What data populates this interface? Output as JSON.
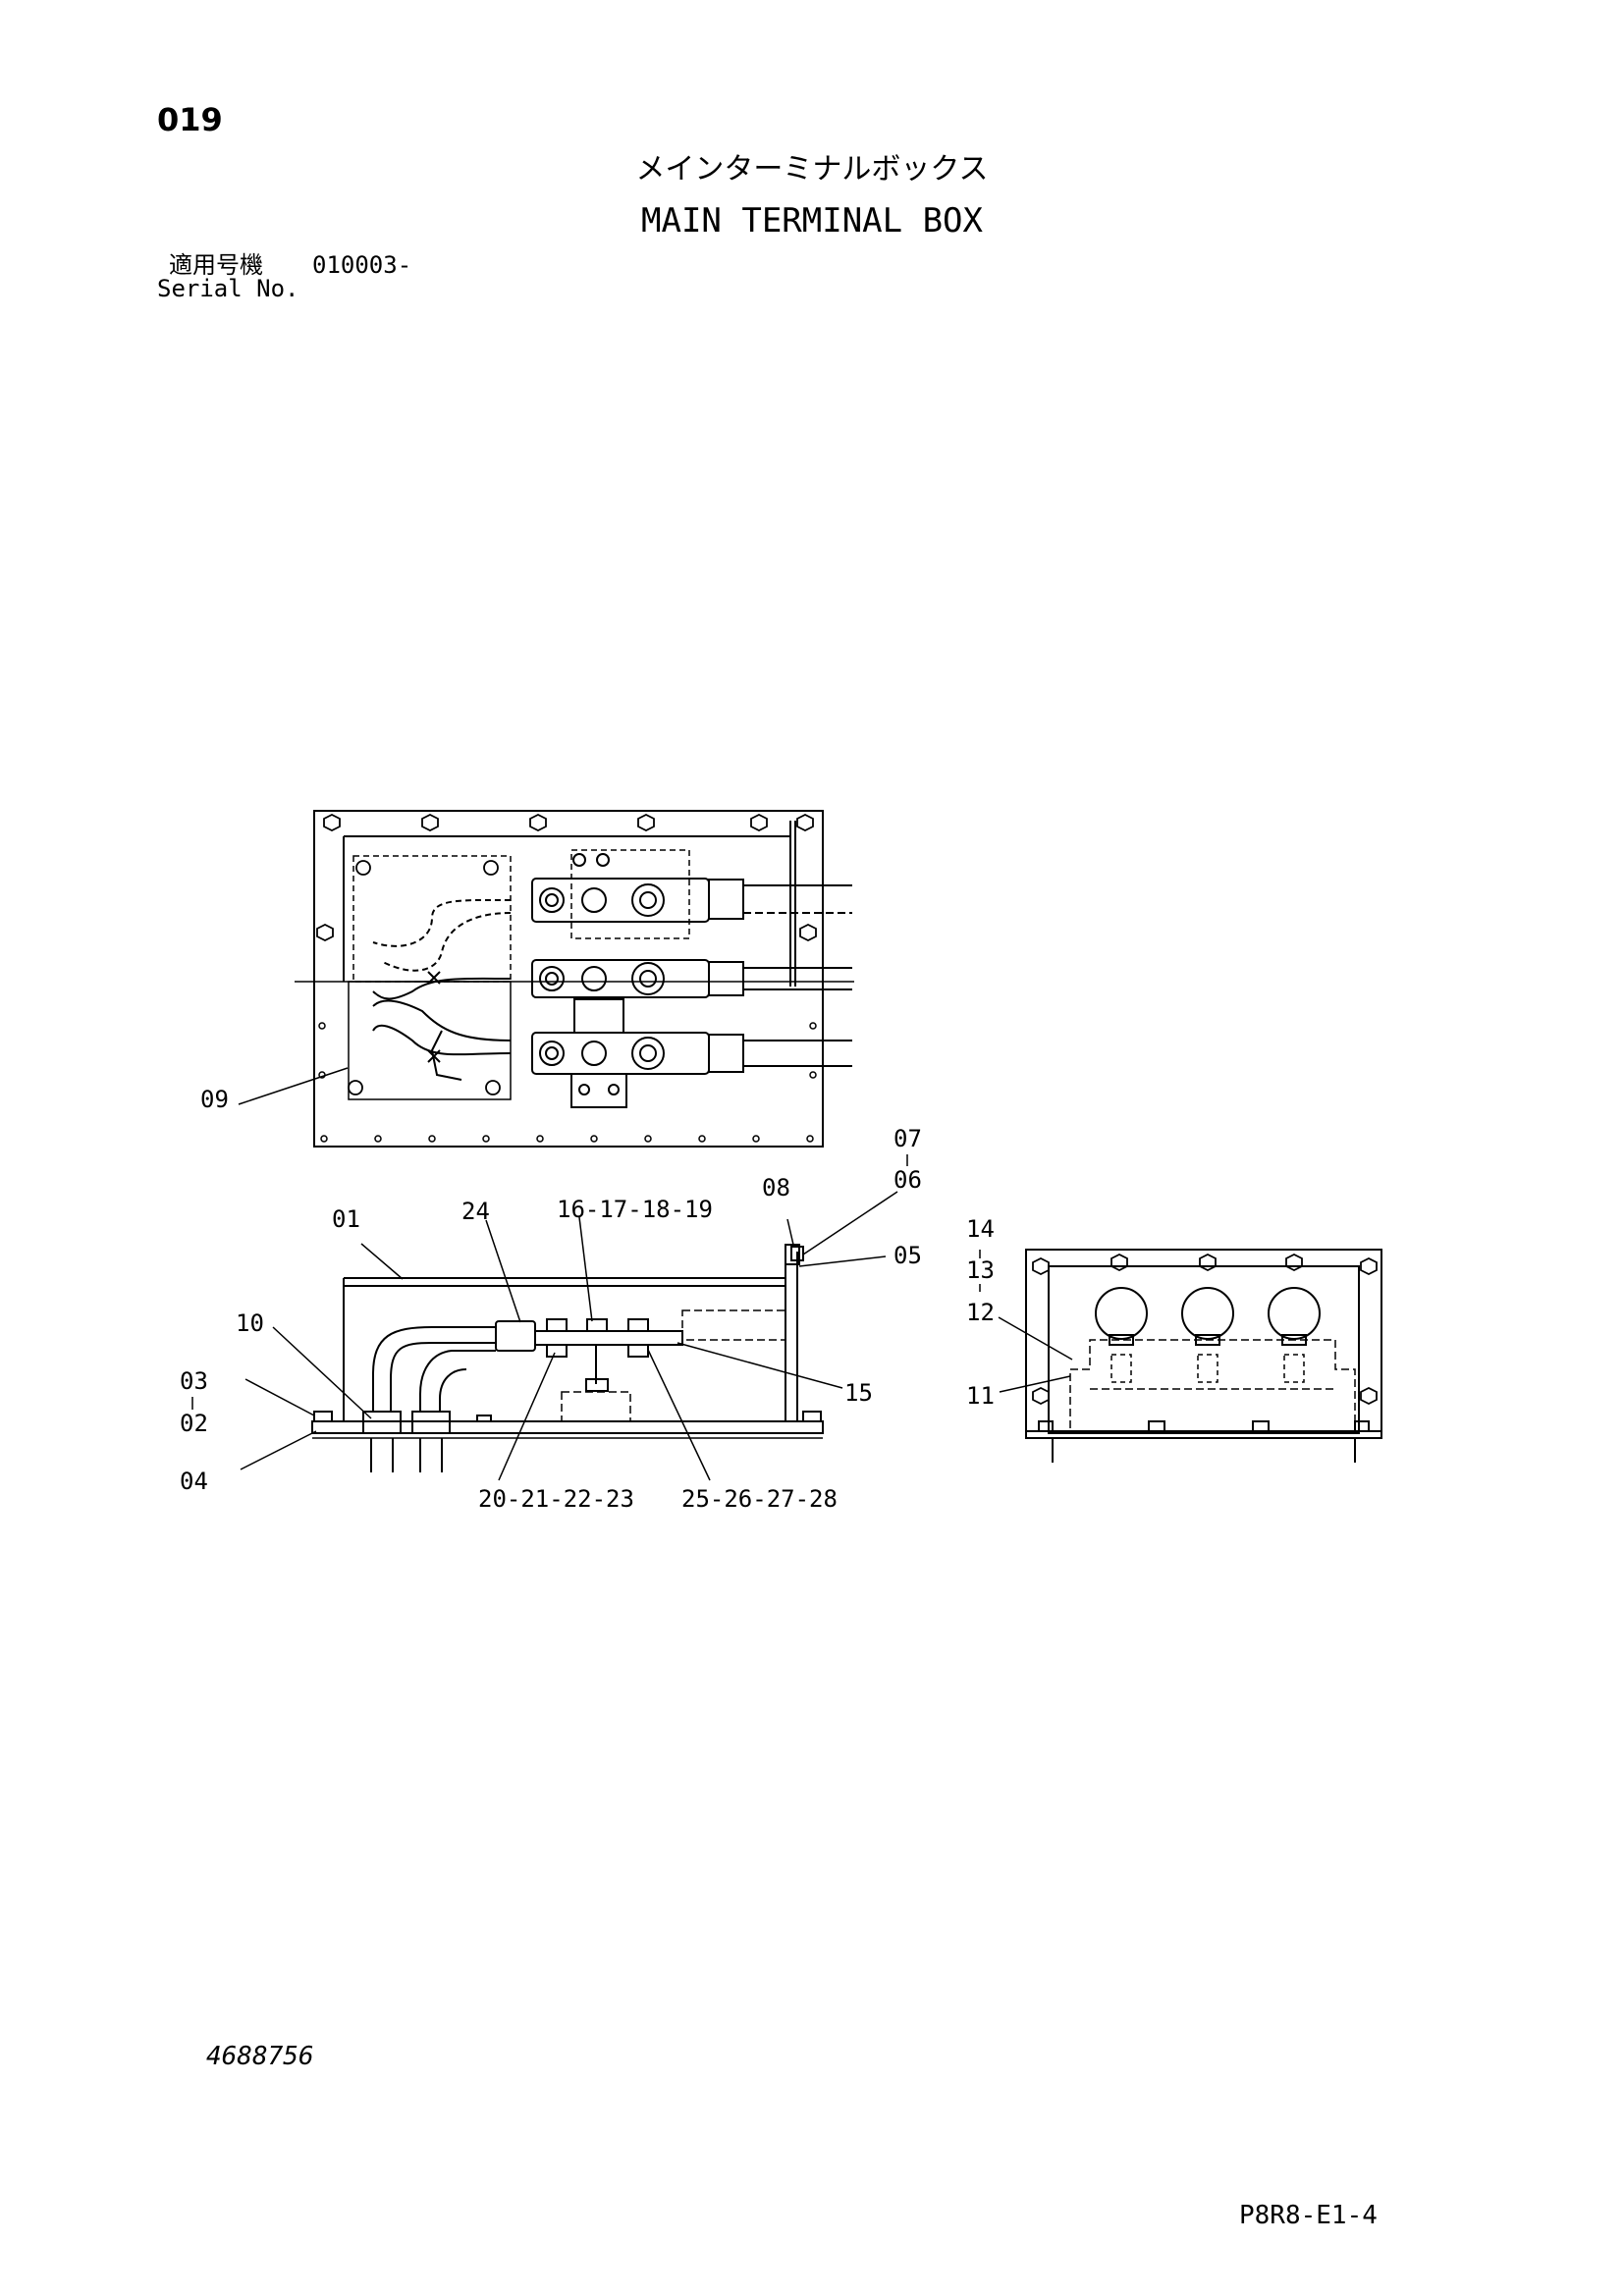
{
  "header": {
    "page_number": "019",
    "title_jp": "メインターミナルボックス",
    "title_en": "MAIN TERMINAL BOX",
    "serial_label_jp": "適用号機",
    "serial_number": "010003-",
    "serial_label_en": "Serial No."
  },
  "callouts": {
    "c01": "01",
    "c02": "02",
    "c03": "03",
    "c04": "04",
    "c05": "05",
    "c06": "06",
    "c07": "07",
    "c08": "08",
    "c09": "09",
    "c10": "10",
    "c11": "11",
    "c12": "12",
    "c13": "13",
    "c14": "14",
    "c15": "15",
    "c24": "24",
    "c16_19": "16-17-18-19",
    "c20_23": "20-21-22-23",
    "c25_28": "25-26-27-28"
  },
  "footer": {
    "drawing_number": "4688756",
    "page_code": "P8R8-E1-4"
  }
}
